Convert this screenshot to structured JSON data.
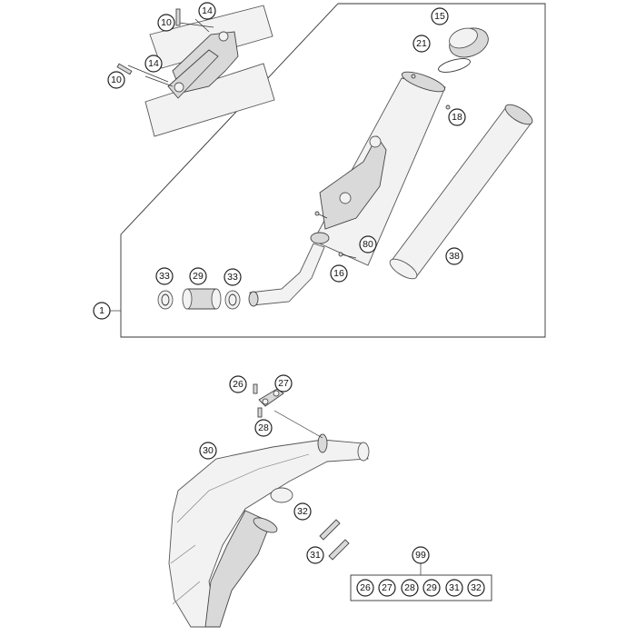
{
  "callouts": {
    "c10a": "10",
    "c14a": "14",
    "c10b": "10",
    "c14b": "14",
    "c15": "15",
    "c21": "21",
    "c18": "18",
    "c38": "38",
    "c80": "80",
    "c16": "16",
    "c33a": "33",
    "c29": "29",
    "c33b": "33",
    "c1": "1",
    "c26": "26",
    "c27": "27",
    "c28": "28",
    "c30": "30",
    "c32": "32",
    "c31": "31",
    "c99": "99"
  },
  "kit_items": [
    "26",
    "27",
    "28",
    "29",
    "31",
    "32"
  ],
  "colors": {
    "line": "#333333",
    "part_fill": "#f2f2f2",
    "shade": "#d9d9d9"
  }
}
